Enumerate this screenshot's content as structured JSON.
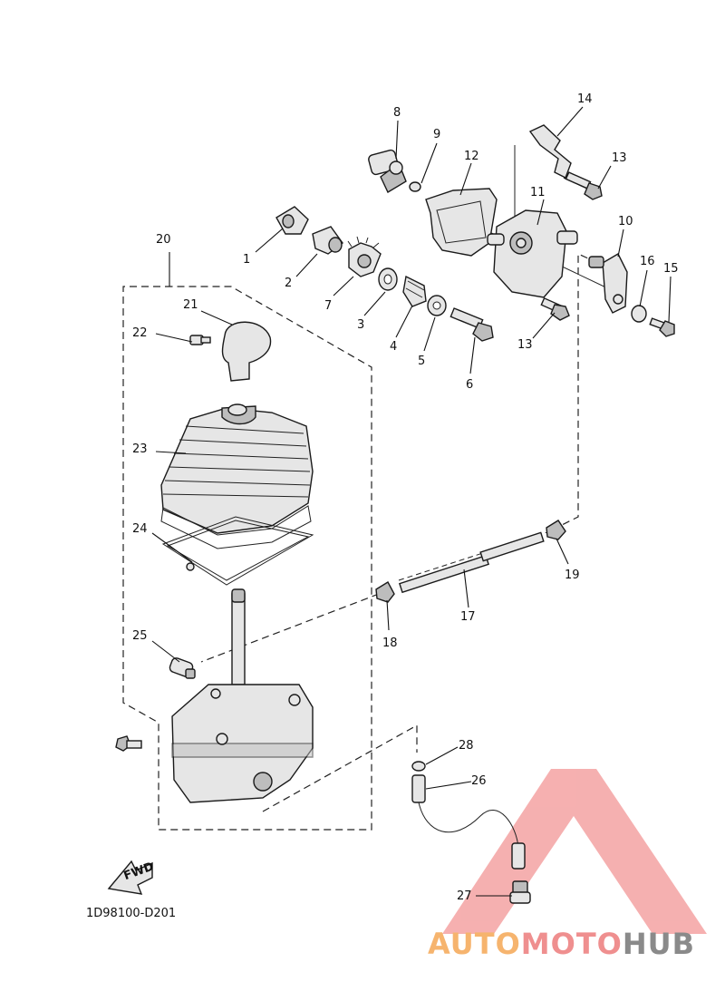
{
  "diagram": {
    "code": "1D98100-D201",
    "fwd": "FWD",
    "callouts": [
      {
        "id": "1",
        "text": "1"
      },
      {
        "id": "2",
        "text": "2"
      },
      {
        "id": "3",
        "text": "3"
      },
      {
        "id": "4",
        "text": "4"
      },
      {
        "id": "5",
        "text": "5"
      },
      {
        "id": "6",
        "text": "6"
      },
      {
        "id": "7",
        "text": "7"
      },
      {
        "id": "8",
        "text": "8"
      },
      {
        "id": "9",
        "text": "9"
      },
      {
        "id": "10",
        "text": "10"
      },
      {
        "id": "11",
        "text": "11"
      },
      {
        "id": "12",
        "text": "12"
      },
      {
        "id": "13a",
        "text": "13"
      },
      {
        "id": "13b",
        "text": "13"
      },
      {
        "id": "14",
        "text": "14"
      },
      {
        "id": "15",
        "text": "15"
      },
      {
        "id": "16",
        "text": "16"
      },
      {
        "id": "17",
        "text": "17"
      },
      {
        "id": "18",
        "text": "18"
      },
      {
        "id": "19",
        "text": "19"
      },
      {
        "id": "20",
        "text": "20"
      },
      {
        "id": "21",
        "text": "21"
      },
      {
        "id": "22",
        "text": "22"
      },
      {
        "id": "23",
        "text": "23"
      },
      {
        "id": "24",
        "text": "24"
      },
      {
        "id": "25",
        "text": "25"
      },
      {
        "id": "26",
        "text": "26"
      },
      {
        "id": "27",
        "text": "27"
      },
      {
        "id": "28",
        "text": "28"
      }
    ]
  },
  "watermark": {
    "part1": "AUTO",
    "part2": "MOTO",
    "part3": "HUB",
    "color1": "#f6b46e",
    "color2": "#ef8f8f",
    "color3": "#8a8a8a",
    "triangle_color": "#f07c7c"
  }
}
